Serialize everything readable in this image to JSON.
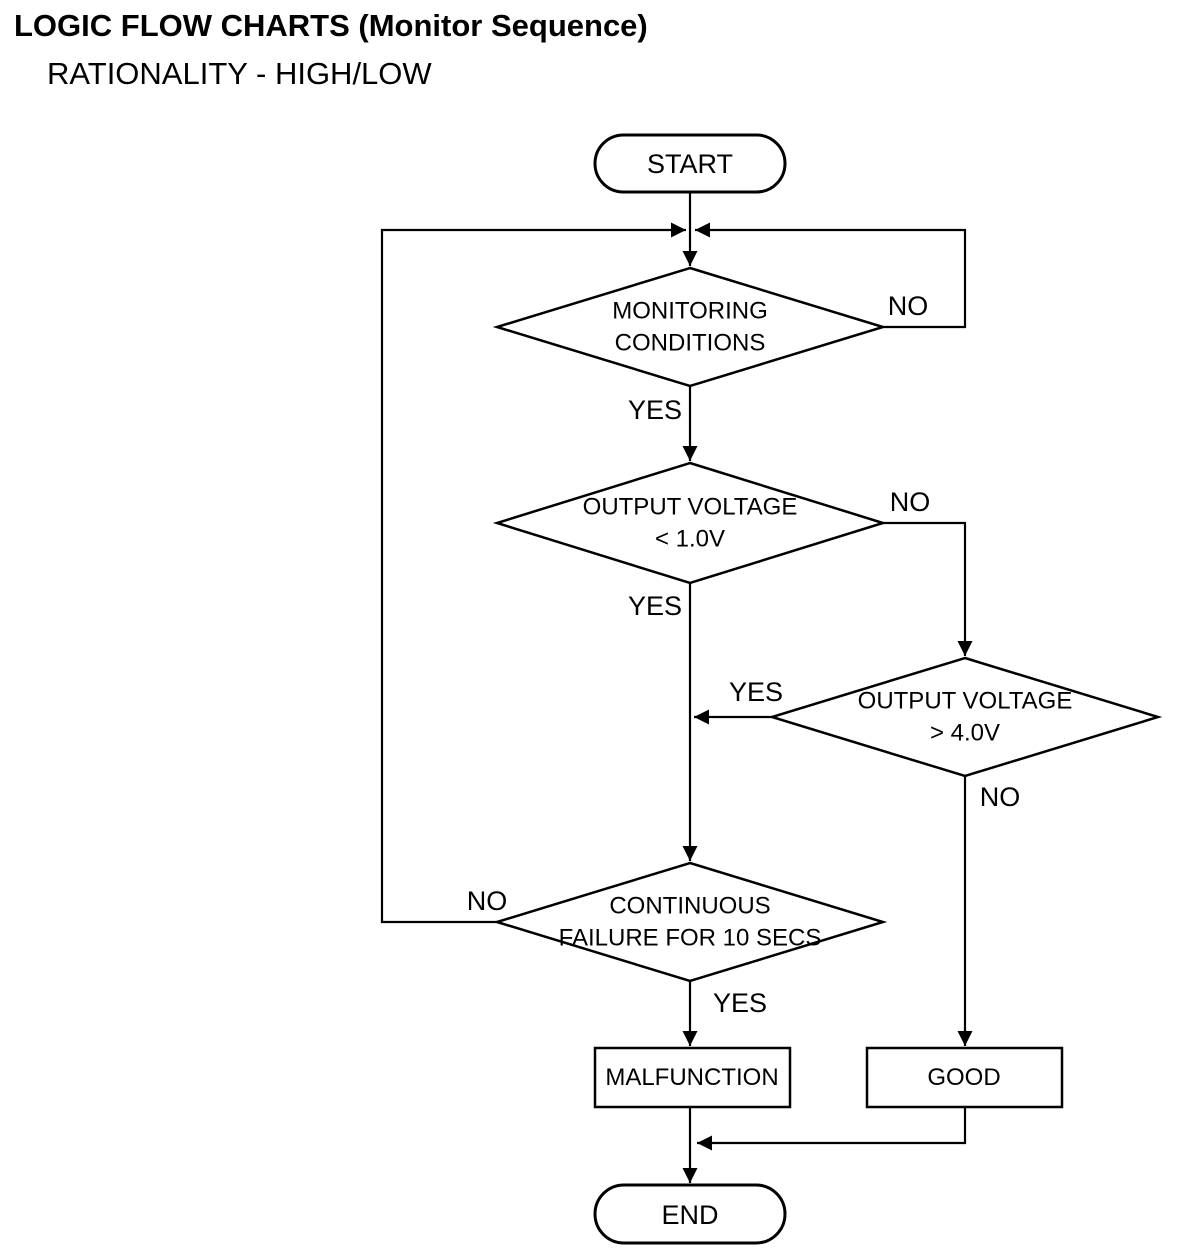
{
  "page": {
    "title": "LOGIC FLOW CHARTS (Monitor Sequence)",
    "subtitle": "RATIONALITY - HIGH/LOW"
  },
  "colors": {
    "line": "#000000",
    "background": "#ffffff"
  },
  "nodes": {
    "start": {
      "type": "terminator",
      "label": "START"
    },
    "monitoring": {
      "type": "decision",
      "label": "MONITORING\nCONDITIONS"
    },
    "voltage_low": {
      "type": "decision",
      "label": "OUTPUT VOLTAGE\n< 1.0V"
    },
    "voltage_high": {
      "type": "decision",
      "label": "OUTPUT VOLTAGE\n> 4.0V"
    },
    "continuous": {
      "type": "decision",
      "label": "CONTINUOUS\nFAILURE FOR 10 SECS"
    },
    "malfunction": {
      "type": "process",
      "label": "MALFUNCTION"
    },
    "good": {
      "type": "process",
      "label": "GOOD"
    },
    "end": {
      "type": "terminator",
      "label": "END"
    }
  },
  "edge_labels": {
    "monitoring_no": "NO",
    "monitoring_yes": "YES",
    "voltage_low_no": "NO",
    "voltage_low_yes": "YES",
    "voltage_high_yes": "YES",
    "voltage_high_no": "NO",
    "continuous_no": "NO",
    "continuous_yes": "YES"
  }
}
